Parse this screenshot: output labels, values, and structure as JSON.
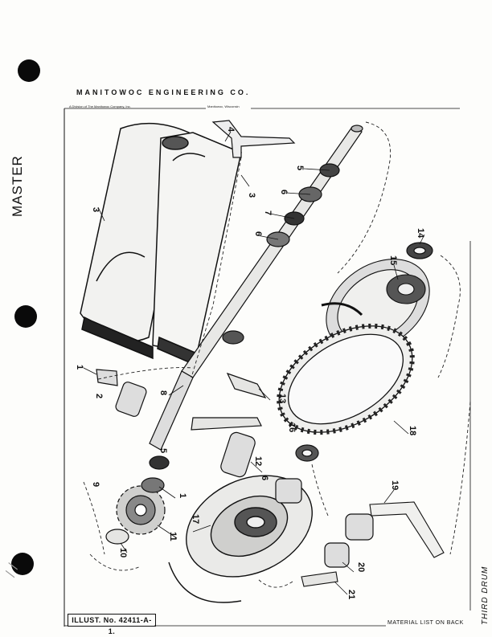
{
  "header": {
    "company": "MANITOWOC ENGINEERING CO.",
    "division": "A Division of The Manitowoc Company, Inc.",
    "location": "Manitowoc, Wisconsin"
  },
  "side_labels": {
    "master": "MASTER",
    "third_drum": "THIRD DRUM"
  },
  "footer": {
    "illustration_no": "ILLUST. No. 42411-A-1.",
    "material_list": "MATERIAL LIST ON BACK"
  },
  "callouts": [
    {
      "id": "c3a",
      "text": "3"
    },
    {
      "id": "c4",
      "text": "4"
    },
    {
      "id": "c3b",
      "text": "3"
    },
    {
      "id": "c5a",
      "text": "5"
    },
    {
      "id": "c6a",
      "text": "6"
    },
    {
      "id": "c7a",
      "text": "7"
    },
    {
      "id": "c6b",
      "text": "6"
    },
    {
      "id": "c14",
      "text": "14"
    },
    {
      "id": "c15",
      "text": "15"
    },
    {
      "id": "c1a",
      "text": "1"
    },
    {
      "id": "c2",
      "text": "2"
    },
    {
      "id": "c8",
      "text": "8"
    },
    {
      "id": "c13",
      "text": "13"
    },
    {
      "id": "c16",
      "text": "16"
    },
    {
      "id": "c18",
      "text": "18"
    },
    {
      "id": "c5b",
      "text": "5"
    },
    {
      "id": "c12",
      "text": "12"
    },
    {
      "id": "c9",
      "text": "9"
    },
    {
      "id": "c1b",
      "text": "1"
    },
    {
      "id": "c6c",
      "text": "6"
    },
    {
      "id": "c19",
      "text": "19"
    },
    {
      "id": "c17",
      "text": "17"
    },
    {
      "id": "c11",
      "text": "11"
    },
    {
      "id": "c10",
      "text": "10"
    },
    {
      "id": "c20",
      "text": "20"
    },
    {
      "id": "c21",
      "text": "21"
    }
  ],
  "icons": {
    "binder_holes": "binder-punch-hole-icon",
    "diagram": "exploded-drum-assembly"
  }
}
